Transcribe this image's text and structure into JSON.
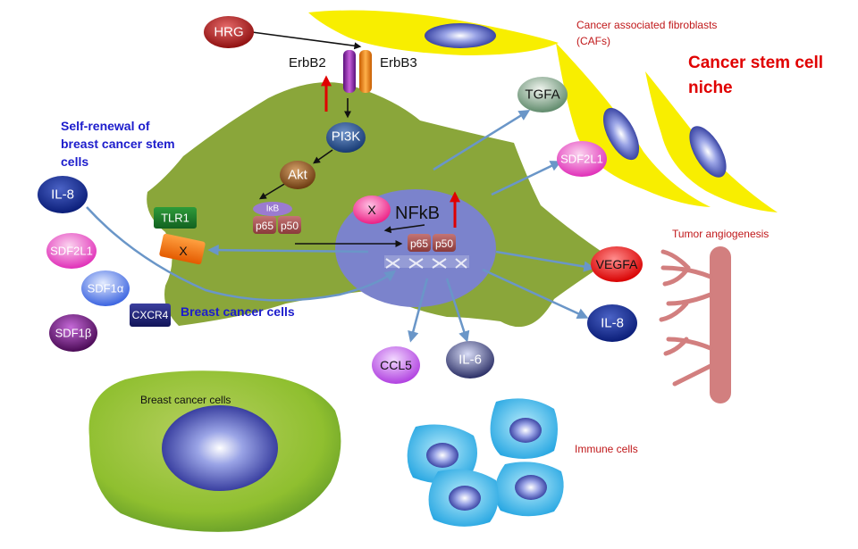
{
  "labels": {
    "caf_title": "Cancer associated fibroblasts",
    "caf_abbrev": "(CAFs)",
    "niche_line1": "Cancer stem cell",
    "niche_line2": "niche",
    "tumor_angio": "Tumor angiogenesis",
    "self_renewal_1": "Self-renewal  of",
    "self_renewal_2": "breast cancer stem",
    "self_renewal_3": "cells",
    "breast_cells_main": "Breast cancer cells",
    "breast_cells_lower": "Breast cancer cells",
    "immune_cells": "Immune cells"
  },
  "nodes": {
    "hrg": "HRG",
    "erbb2": "ErbB2",
    "erbb3": "ErbB3",
    "pi3k": "PI3K",
    "akt": "Akt",
    "ikb": "IκB",
    "p65_a": "p65",
    "p50_a": "p50",
    "nfkb": "NFkB",
    "x_nucleus": "X",
    "p65_b": "p65",
    "p50_b": "p50",
    "tgfa": "TGFA",
    "sdf2l1_right": "SDF2L1",
    "vegfa": "VEGFA",
    "il8_right": "IL-8",
    "il6": "IL-6",
    "ccl5": "CCL5",
    "il8_left": "IL-8",
    "tlr1": "TLR1",
    "x_receptor": "X",
    "sdf2l1_left": "SDF2L1",
    "sdf1a": "SDF1α",
    "sdf1b": "SDF1β",
    "cxcr4": "CXCR4"
  },
  "colors": {
    "tumor_cell": "#8aa63a",
    "nucleus": "#7b83cc",
    "caf_yellow": "#f8ee00",
    "arrow_blue": "#6a96c8",
    "red_text": "#e00000",
    "blue_text": "#1c1ccc",
    "vessel": "#d27f7f"
  }
}
